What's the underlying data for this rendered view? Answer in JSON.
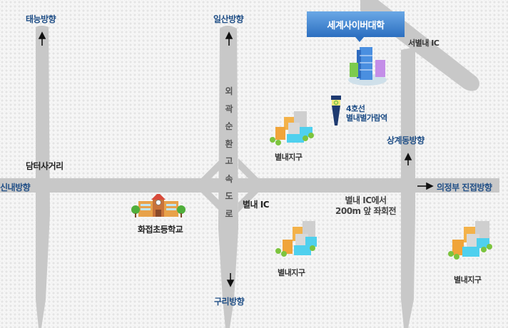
{
  "map": {
    "title_callout": "세계사이버대학",
    "directions": {
      "north_left": "태능방향",
      "north_center": "일산방향",
      "west": "신내방향",
      "south": "구리방향",
      "northeast": "상계동방향",
      "east": "의정부 진접방향"
    },
    "places": {
      "intersection": "담터사거리",
      "school": "화접초등학교",
      "ic_main": "별내 IC",
      "ic_west": "서별내 IC",
      "station_line": "4호선",
      "station_name": "별내별가람역",
      "district_1": "별내지구",
      "district_2": "별내지구",
      "district_3": "별내지구"
    },
    "highway_vertical_text": [
      "외",
      "곽",
      "순",
      "환",
      "고",
      "속",
      "도",
      "로"
    ],
    "note_line1": "별내 IC에서",
    "note_line2": "200m 앞 좌회전",
    "colors": {
      "road": "#c8c8c8",
      "direction_label": "#1f4e86",
      "callout": "#2c6fc0"
    }
  }
}
